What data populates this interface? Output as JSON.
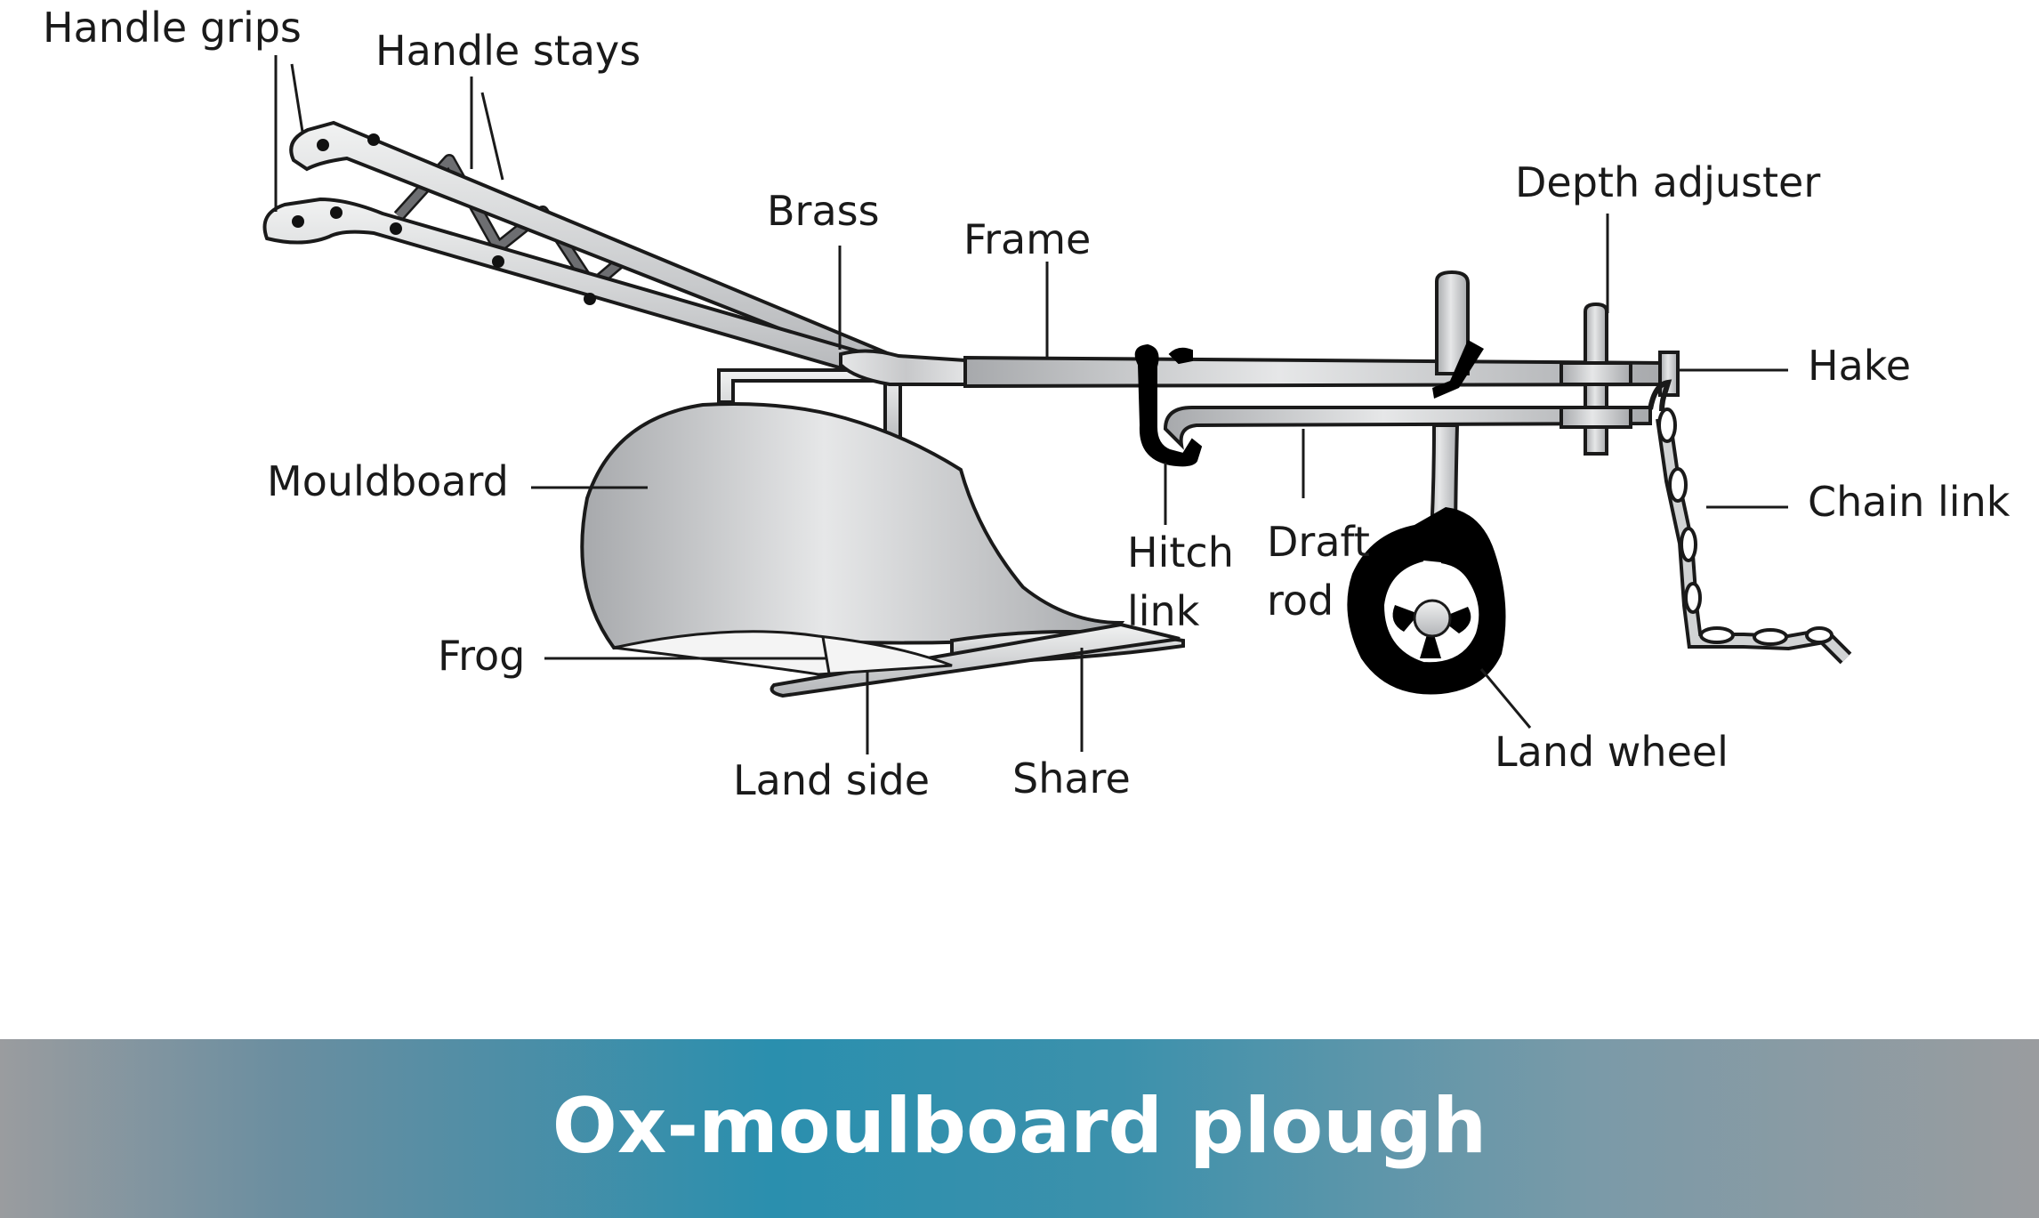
{
  "title": "Ox-moulboard plough",
  "labels": {
    "handle_grips": "Handle grips",
    "handle_stays": "Handle stays",
    "brass": "Brass",
    "frame": "Frame",
    "depth_adjuster": "Depth adjuster",
    "hake": "Hake",
    "chain_link": "Chain link",
    "mouldboard": "Mouldboard",
    "hitch": "Hitch",
    "link": "link",
    "draft": "Draft",
    "rod": "rod",
    "frog": "Frog",
    "land_side": "Land side",
    "share": "Share",
    "land_wheel": "Land wheel"
  },
  "colors": {
    "metal_light": "#e6e7e8",
    "metal_dark": "#a7a9ac",
    "stay": "#58595b",
    "black": "#000000",
    "banner_teal": "#2a8fae",
    "banner_grey": "#9a9c9f"
  }
}
